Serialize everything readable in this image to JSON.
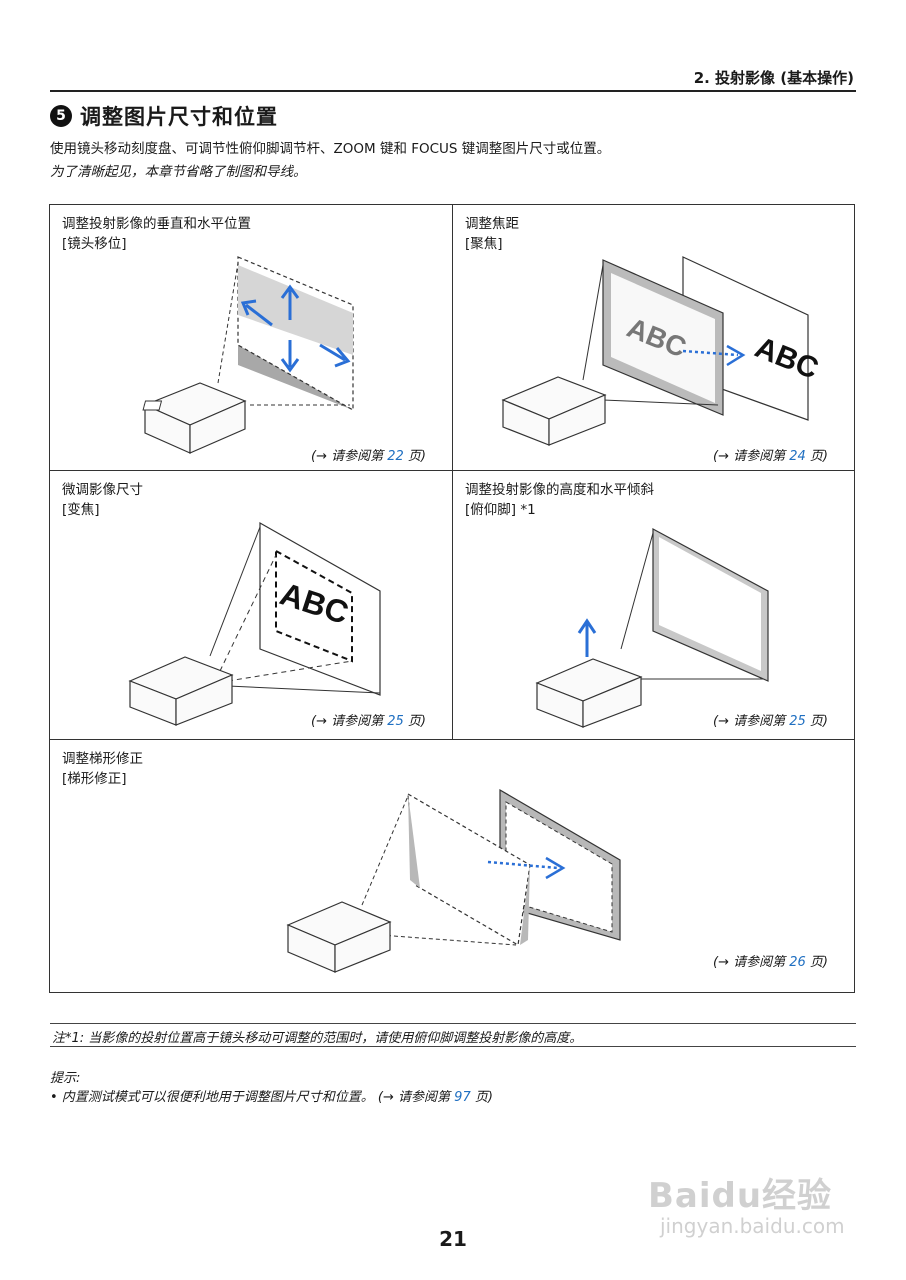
{
  "header": {
    "section": "2. 投射影像 (基本操作)"
  },
  "title": {
    "number": "5",
    "text": "调整图片尺寸和位置"
  },
  "intro": {
    "text": "使用镜头移动刻度盘、可调节性俯仰脚调节杆、ZOOM 键和 FOCUS  键调整图片尺寸或位置。",
    "note": "为了清晰起见，本章节省略了制图和导线。"
  },
  "cells": [
    {
      "title": "调整投射影像的垂直和水平位置",
      "sub": "[镜头移位]",
      "ref_prefix": "(→ 请参阅第 ",
      "page": "22",
      "ref_suffix": " 页)"
    },
    {
      "title": "调整焦距",
      "sub": "[聚焦]",
      "ref_prefix": "(→ 请参阅第 ",
      "page": "24",
      "ref_suffix": " 页)",
      "screen_text": "ABC",
      "screen_text_blur": "ABC"
    },
    {
      "title": "微调影像尺寸",
      "sub": "[变焦]",
      "ref_prefix": "(→ 请参阅第 ",
      "page": "25",
      "ref_suffix": " 页)",
      "screen_text": "ABC"
    },
    {
      "title": "调整投射影像的高度和水平倾斜",
      "sub": "[俯仰脚] *1",
      "ref_prefix": "(→ 请参阅第 ",
      "page": "25",
      "ref_suffix": " 页)"
    },
    {
      "title": "调整梯形修正",
      "sub": "[梯形修正]",
      "ref_prefix": "(→ 请参阅第 ",
      "page": "26",
      "ref_suffix": " 页)"
    }
  ],
  "footnote": {
    "text": "注*1: 当影像的投射位置高于镜头移动可调整的范围时，请使用俯仰脚调整投射影像的高度。"
  },
  "tip": {
    "label": "提示:",
    "item_prefix": "•  内置测试模式可以很便利地用于调整图片尺寸和位置。 (→ 请参阅第 ",
    "page": "97",
    "item_suffix": " 页)"
  },
  "page_number": "21",
  "watermark": {
    "logo": "Baidu经验",
    "url": "jingyan.baidu.com"
  },
  "colors": {
    "arrow_blue": "#2a6fd6",
    "page_ref": "#1f6fc1",
    "screen_gray": "#c8c8c8"
  }
}
